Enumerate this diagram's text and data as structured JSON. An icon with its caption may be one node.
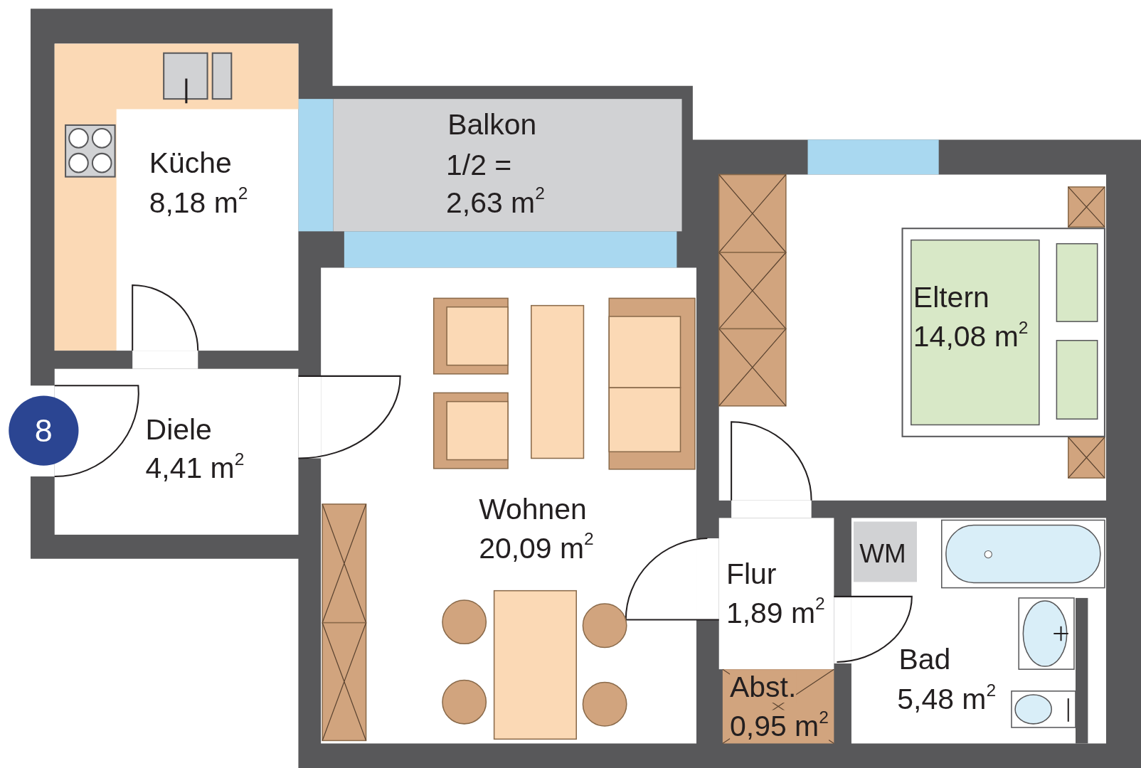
{
  "diagram": {
    "nodes": [
      {
        "text": [
          "Küche",
          "8,18 m$^{2}$"
        ]
      },
      {
        "text": [
          "Balkon",
          "1/2 = 2,63 m$^{2}$"
        ]
      },
      {
        "text": [
          "Eltern",
          "14,08 m$^{2}$"
        ]
      },
      {
        "text": [
          "8"
        ]
      },
      {
        "text": [
          "Diele",
          "4,41 m$^{2}$"
        ]
      },
      {
        "text": [
          "Wohnen",
          "20,09 m$^{2}$"
        ]
      },
      {
        "text": [
          "Flur",
          "1,89 m$^{2}$"
        ]
      },
      {
        "text": [
          "Bad",
          "5,48 m$^{2}$"
        ]
      },
      {
        "text": [
          "WM"
        ],
        "in": 7
      },
      {
        "text": [
          "Abst.",
          "0,95 m$^{2}$"
        ]
      }
    ],
    "edges": []
  }
}
